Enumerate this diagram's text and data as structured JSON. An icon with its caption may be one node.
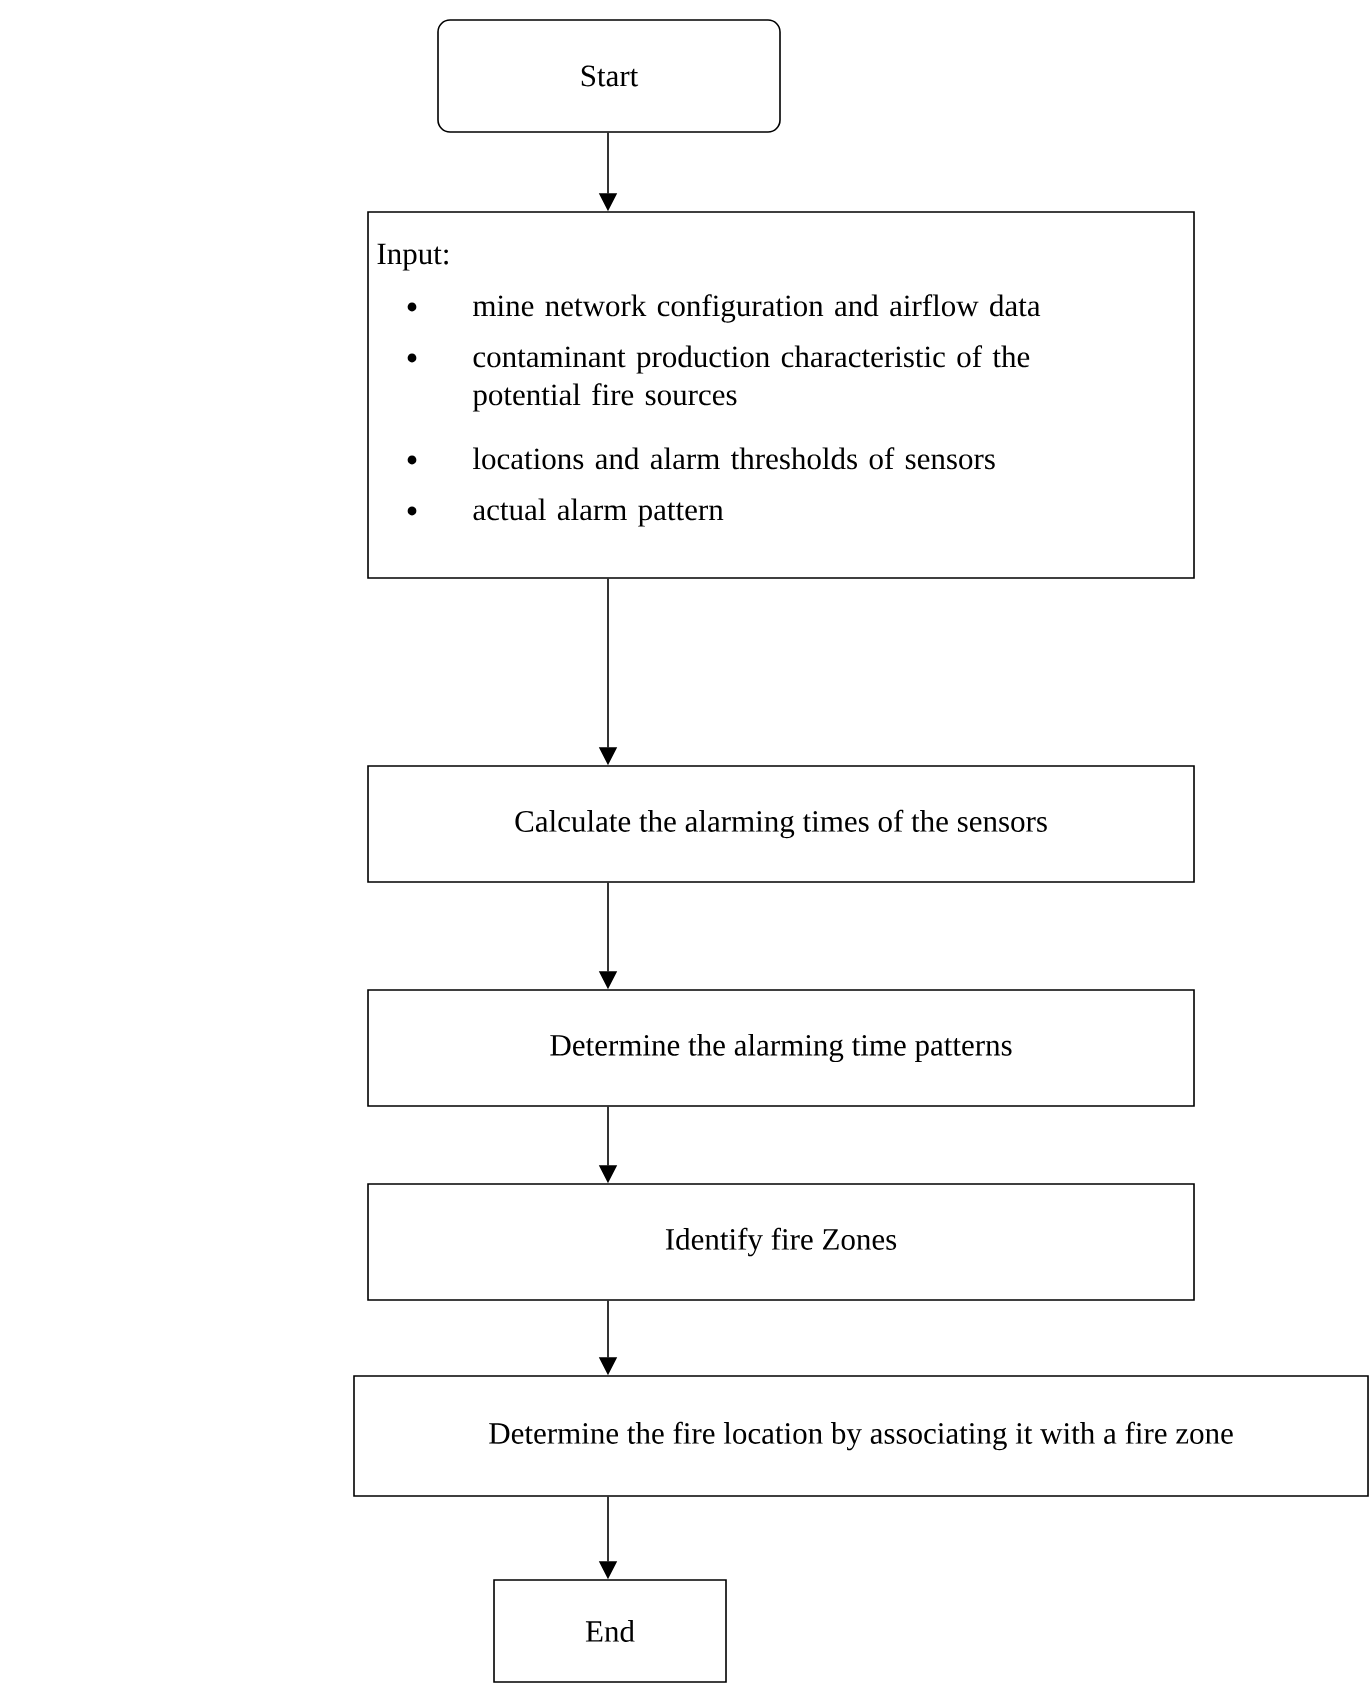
{
  "diagram": {
    "nodes": [
      {
        "text": [
          "Start"
        ]
      },
      {
        "text": [
          "Input:",
          "mine network configuration and airflow data",
          "contaminant production characteristic  of the potential fire sources",
          "locations and alarm thresholds of sensors",
          "actual alarm pattern"
        ]
      },
      {
        "text": [
          "Calculate the alarming times of the sensors"
        ]
      },
      {
        "text": [
          "Determine the alarming time patterns"
        ]
      },
      {
        "text": [
          "Identify fire Zones"
        ]
      },
      {
        "text": [
          "Determine the fire location by associating it with a fire zone"
        ]
      },
      {
        "text": [
          "End"
        ]
      }
    ],
    "edges": [
      {
        "from": 0,
        "to": 1,
        "arrow": "to"
      },
      {
        "from": 1,
        "to": 2,
        "arrow": "to"
      },
      {
        "from": 2,
        "to": 3,
        "arrow": "to"
      },
      {
        "from": 3,
        "to": 4,
        "arrow": "to"
      },
      {
        "from": 4,
        "to": 5,
        "arrow": "to"
      },
      {
        "from": 5,
        "to": 6,
        "arrow": "to"
      }
    ]
  }
}
